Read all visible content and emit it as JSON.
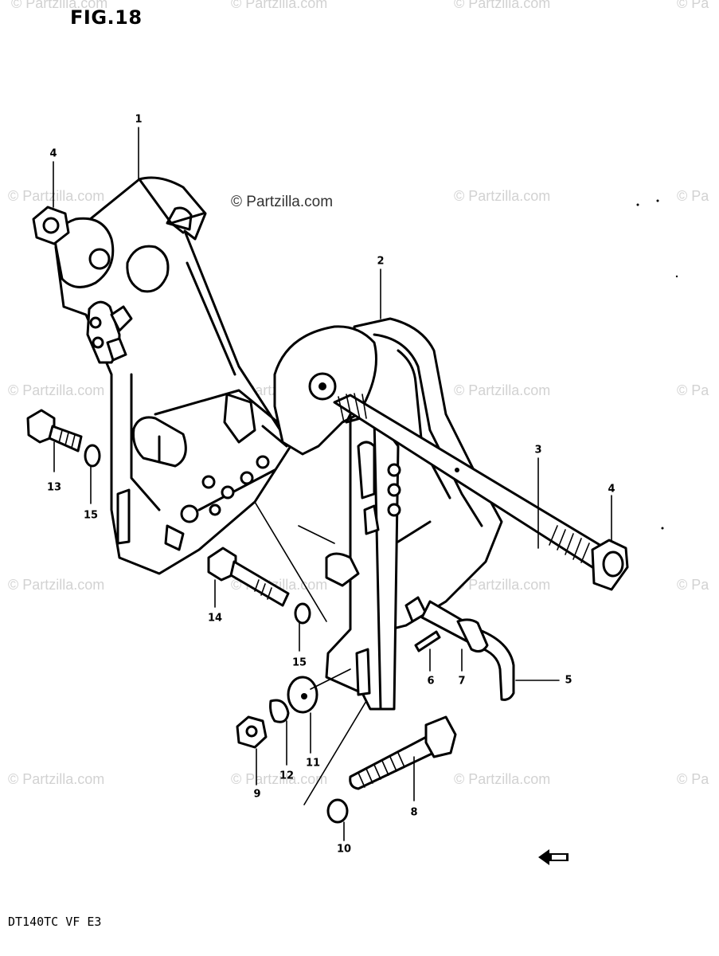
{
  "figure": {
    "title": "FIG.18",
    "model_code": "DT140TC VF E3"
  },
  "watermark": {
    "text": "© Partzilla.com",
    "partial_text": "© Pa"
  },
  "callouts": [
    {
      "label": "1"
    },
    {
      "label": "4"
    },
    {
      "label": "2"
    },
    {
      "label": "3"
    },
    {
      "label": "4"
    },
    {
      "label": "13"
    },
    {
      "label": "15"
    },
    {
      "label": "14"
    },
    {
      "label": "15"
    },
    {
      "label": "6"
    },
    {
      "label": "7"
    },
    {
      "label": "5"
    },
    {
      "label": "11"
    },
    {
      "label": "12"
    },
    {
      "label": "9"
    },
    {
      "label": "8"
    },
    {
      "label": "10"
    }
  ],
  "icons": {
    "forward_arrow": "fwd-arrow-icon"
  }
}
